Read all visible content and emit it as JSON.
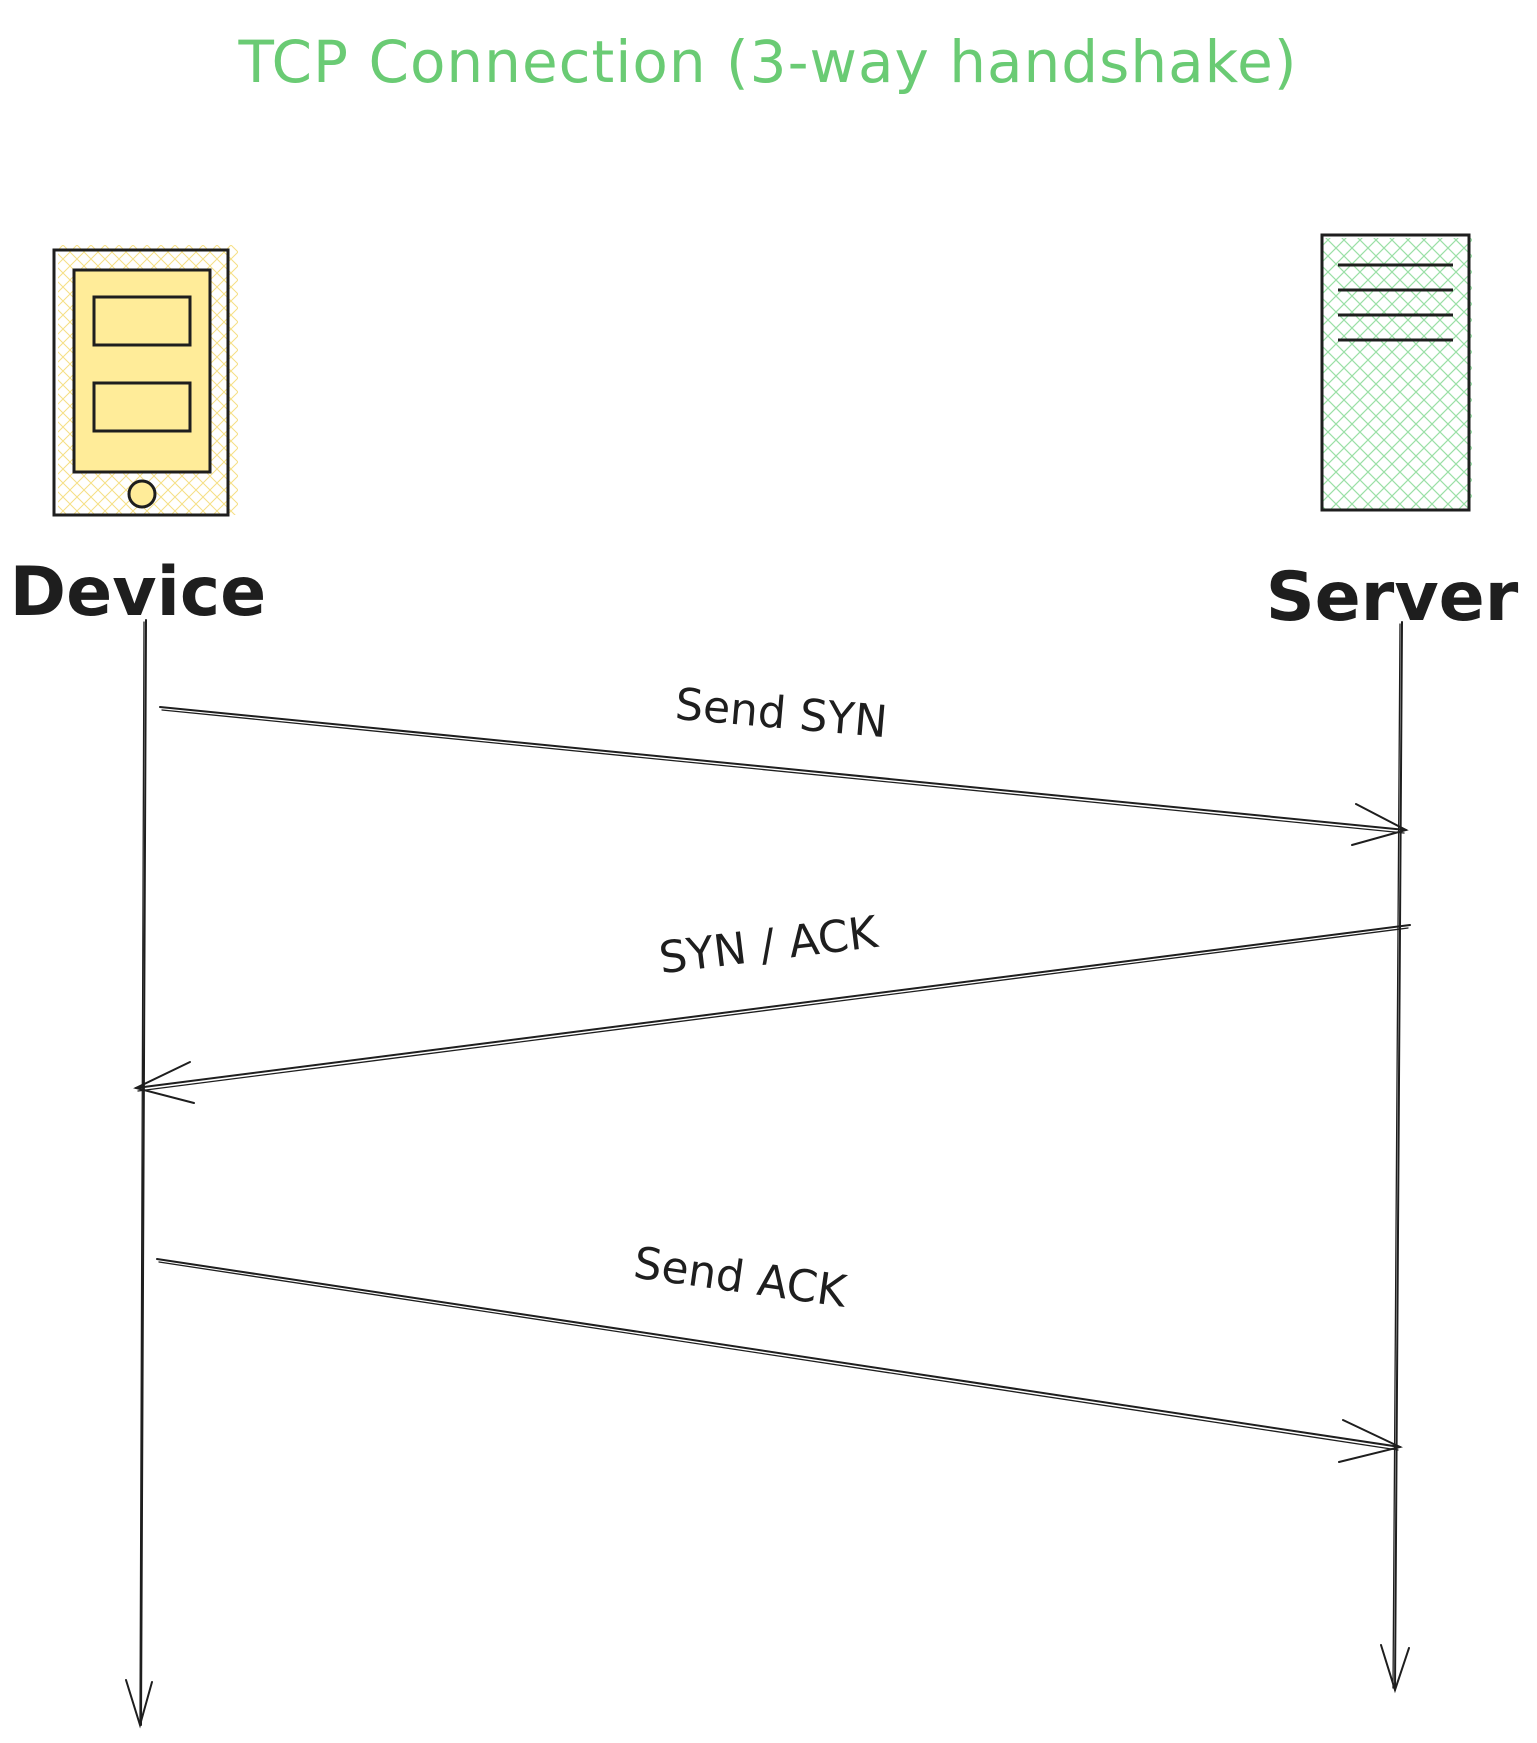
{
  "title": "TCP Connection (3-way handshake)",
  "actors": {
    "device": {
      "label": "Device",
      "icon": "mobile-device-icon",
      "color": "#ffec99"
    },
    "server": {
      "label": "Server",
      "icon": "server-icon",
      "color": "#b2f2bb"
    }
  },
  "messages": [
    {
      "label": "Send SYN",
      "from": "device",
      "to": "server"
    },
    {
      "label": "SYN / ACK",
      "from": "server",
      "to": "device"
    },
    {
      "label": "Send ACK",
      "from": "device",
      "to": "server"
    }
  ],
  "colors": {
    "title": "#6acb74",
    "ink": "#1e1e1e"
  }
}
